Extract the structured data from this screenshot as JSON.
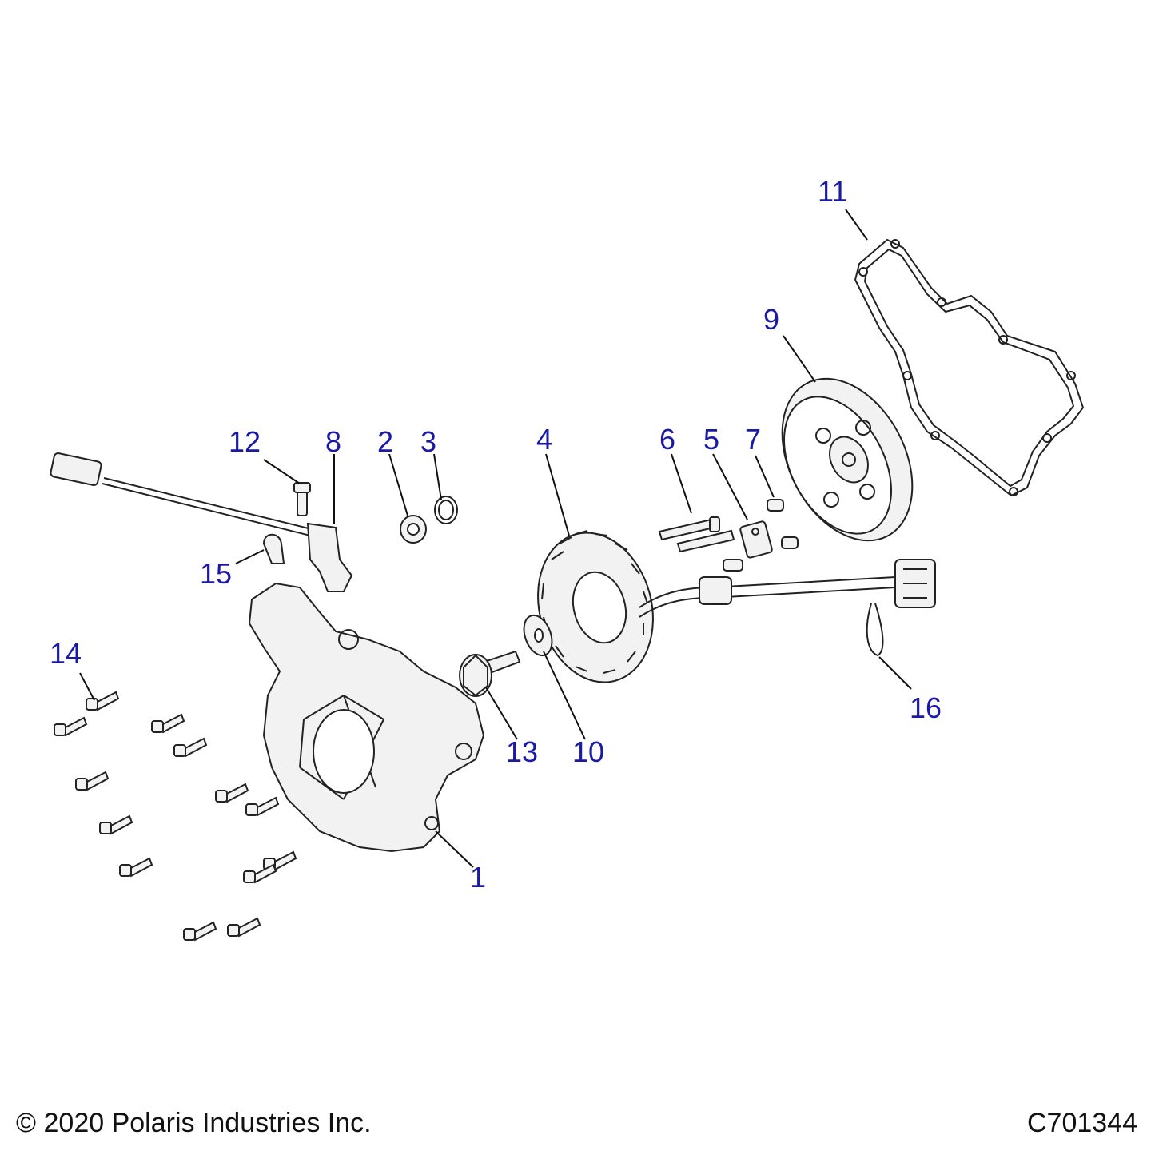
{
  "diagram": {
    "callouts": [
      {
        "id": "1",
        "label": "1"
      },
      {
        "id": "2",
        "label": "2"
      },
      {
        "id": "3",
        "label": "3"
      },
      {
        "id": "4",
        "label": "4"
      },
      {
        "id": "5",
        "label": "5"
      },
      {
        "id": "6",
        "label": "6"
      },
      {
        "id": "7",
        "label": "7"
      },
      {
        "id": "8",
        "label": "8"
      },
      {
        "id": "9",
        "label": "9"
      },
      {
        "id": "10",
        "label": "10"
      },
      {
        "id": "11",
        "label": "11"
      },
      {
        "id": "12",
        "label": "12"
      },
      {
        "id": "13",
        "label": "13"
      },
      {
        "id": "14",
        "label": "14"
      },
      {
        "id": "15",
        "label": "15"
      },
      {
        "id": "16",
        "label": "16"
      }
    ],
    "label_color": "#1a1aa6"
  },
  "footer": {
    "copyright": "© 2020 Polaris Industries Inc.",
    "code": "C701344"
  }
}
